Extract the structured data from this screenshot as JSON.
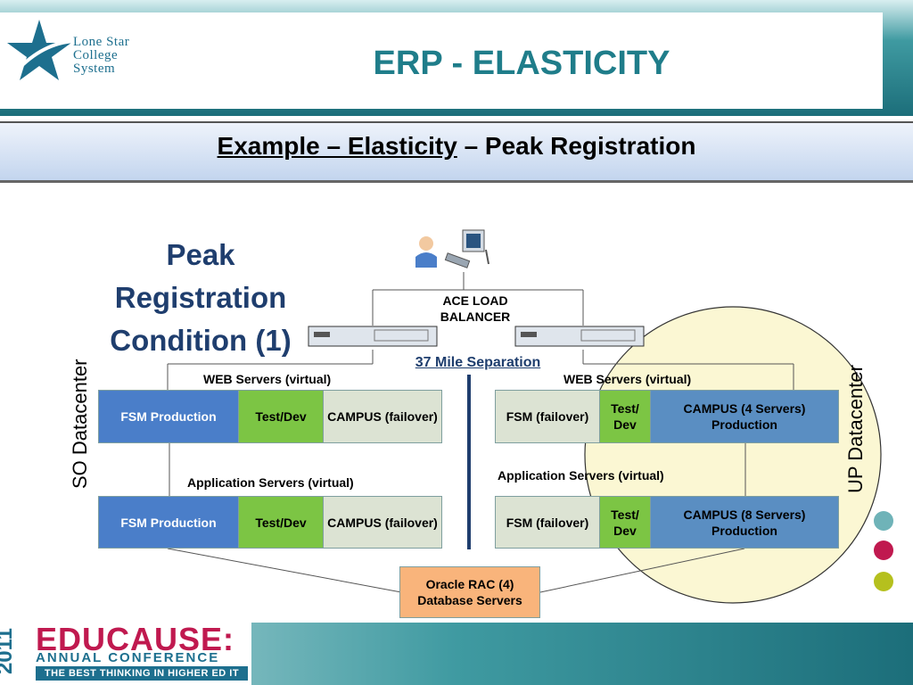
{
  "header": {
    "logo": {
      "line1": "Lone Star",
      "line2": "College",
      "line3": "System"
    },
    "title": "ERP - ELASTICITY"
  },
  "subtitle": {
    "underlined": "Example – Elasticity",
    "rest": " – Peak Registration"
  },
  "diagram": {
    "condition_title": [
      "Peak",
      "Registration",
      "Condition (1)"
    ],
    "load_balancer": "ACE LOAD BALANCER",
    "separation": "37 Mile Separation",
    "so_datacenter": {
      "label": "SO Datacenter",
      "web_label": "WEB Servers (virtual)",
      "app_label": "Application Servers (virtual)",
      "web": {
        "fsm": "FSM Production",
        "test": "Test/Dev",
        "campus": "CAMPUS (failover)"
      },
      "app": {
        "fsm": "FSM Production",
        "test": "Test/Dev",
        "campus": "CAMPUS (failover)"
      }
    },
    "up_datacenter": {
      "label": "UP Datacenter",
      "web_label": "WEB Servers (virtual)",
      "app_label": "Application Servers (virtual)",
      "web": {
        "fsm": "FSM (failover)",
        "test": "Test/ Dev",
        "campus": "CAMPUS (4 Servers) Production"
      },
      "app": {
        "fsm": "FSM (failover)",
        "test": "Test/ Dev",
        "campus": "CAMPUS (8 Servers) Production"
      }
    },
    "database": "Oracle RAC (4) Database Servers"
  },
  "footer": {
    "year": "2011",
    "name": "EDUCAUSE:",
    "sub": "ANNUAL CONFERENCE",
    "tagline": "THE BEST THINKING IN HIGHER ED IT",
    "dot_colors": [
      "#6fb3b8",
      "#c0194f",
      "#b5c01e"
    ]
  }
}
